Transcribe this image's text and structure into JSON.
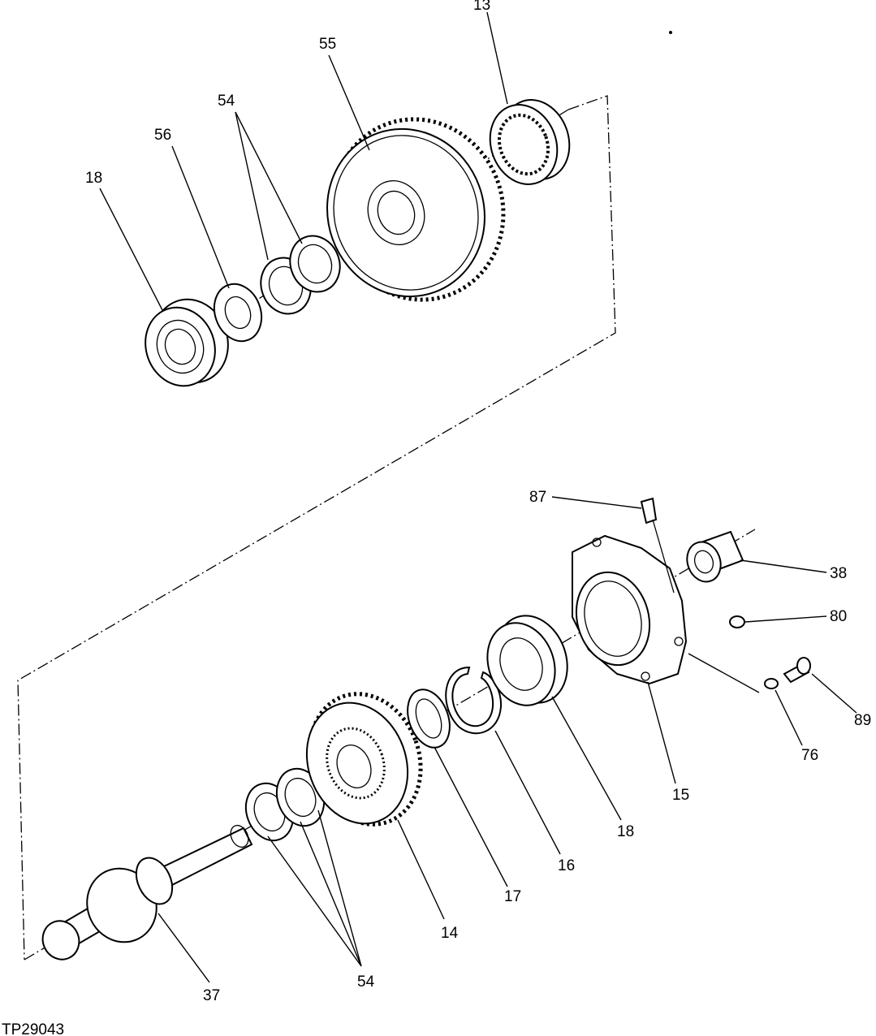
{
  "figure_code": "TP29043",
  "callouts": {
    "p13": "13",
    "p55": "55",
    "p54_top": "54",
    "p56": "56",
    "p18_top": "18",
    "p87": "87",
    "p38": "38",
    "p80": "80",
    "p89": "89",
    "p76": "76",
    "p15": "15",
    "p18_bottom": "18",
    "p16": "16",
    "p17": "17",
    "p14": "14",
    "p37": "37",
    "p54_bottom": "54"
  }
}
